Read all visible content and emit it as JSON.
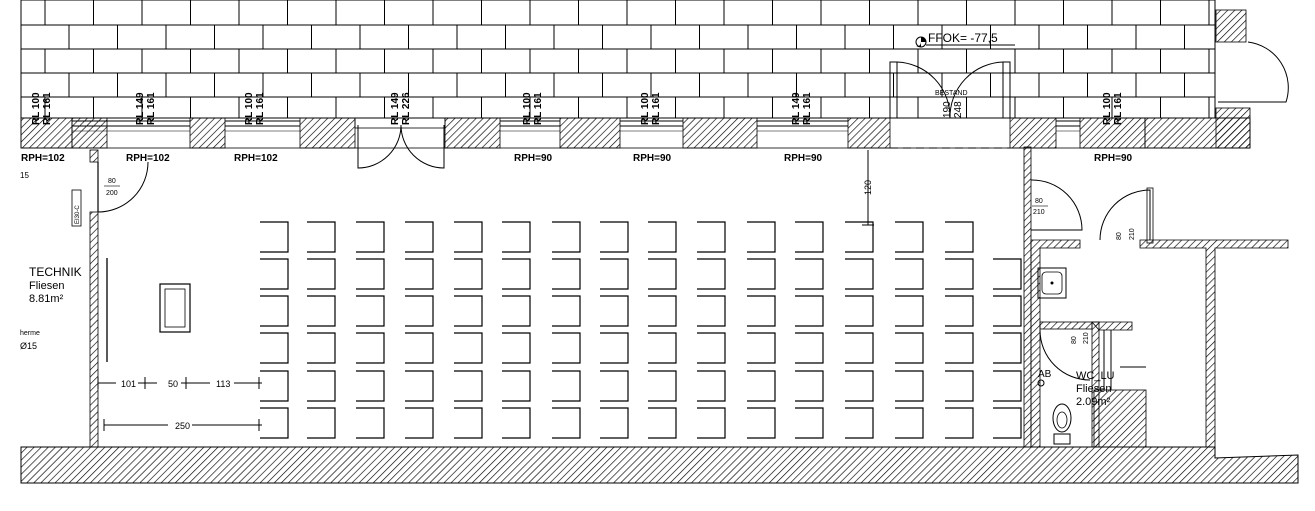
{
  "level_marker": "FFOK= -77,5",
  "bestand": "BESTAND",
  "opening_labels": [
    [
      "RL 100",
      "RL 161"
    ],
    [
      "RL 149",
      "RL 161"
    ],
    [
      "RL 100",
      "RL 161"
    ],
    [
      "RL 149",
      "RL 226"
    ],
    [
      "RL 100",
      "RL 161"
    ],
    [
      "RL 100",
      "RL 161"
    ],
    [
      "RL 149",
      "RL 161"
    ],
    [
      "190",
      "248"
    ],
    [
      "RL 100",
      "RL 161"
    ]
  ],
  "rph_labels": [
    "RPH=102",
    "RPH=102",
    "RPH=102",
    "RPH=90",
    "RPH=90",
    "RPH=90",
    "RPH=90"
  ],
  "door_labels": {
    "technik_door_w": "80",
    "technik_door_h": "200",
    "fire_rating": "EI30-C",
    "wc_door1_w": "80",
    "wc_door1_h": "210",
    "wc_door2_w": "80",
    "wc_door2_h": "210",
    "wc_door3_w": "80",
    "wc_door3_h": "210"
  },
  "edge_labels": {
    "left_15": "15",
    "therme": "herme",
    "diameter": "Ø15"
  },
  "room_technik": {
    "name": "TECHNIK",
    "floor": "Fliesen",
    "area": "8.81m²"
  },
  "room_wc": {
    "name": "WC_LU",
    "floor": "Fliesen",
    "area": "2.09m²",
    "ab": "AB"
  },
  "dimensions": {
    "d101": "101",
    "d50": "50",
    "d113": "113",
    "d250": "250",
    "d120": "120"
  }
}
